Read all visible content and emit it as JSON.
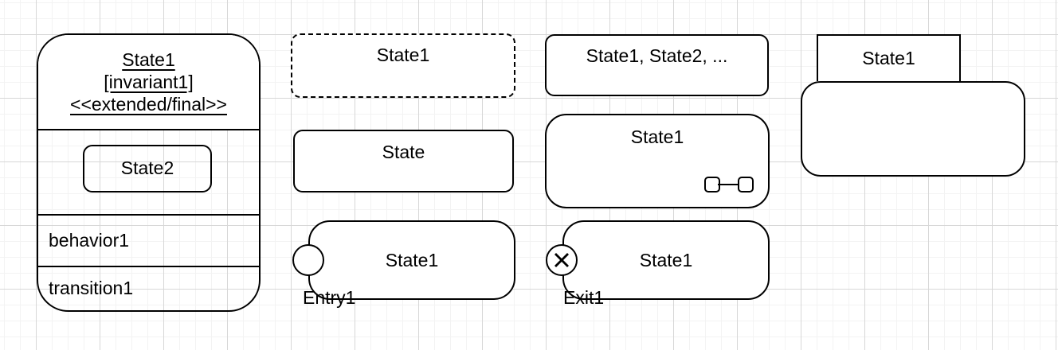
{
  "canvas": {
    "background_color": "#ffffff",
    "grid_minor_color": "#f3f3f3",
    "grid_major_color": "#d7d7d7",
    "stroke_color": "#000000",
    "fill_color": "#ffffff"
  },
  "shapes": {
    "composite_state": {
      "title_line1": "State1",
      "title_line2": "[invariant1]",
      "title_line3": "<<extended/final>>",
      "nested_state_label": "State2",
      "behavior_label": "behavior1",
      "transition_label": "transition1"
    },
    "dashed_state": {
      "label": "State1"
    },
    "simple_state": {
      "label": "State"
    },
    "multi_state": {
      "label": "State1, State2, ..."
    },
    "submachine_state": {
      "label": "State1"
    },
    "entry_state": {
      "label": "State1",
      "annotation": "Entry1"
    },
    "exit_state": {
      "label": "State1",
      "annotation": "Exit1"
    },
    "tabbed_state": {
      "label": "State1"
    }
  },
  "icons": {
    "submachine_link_icon": "two-linked-squares",
    "entry_point_icon": "empty-circle",
    "exit_point_icon": "circle-with-x"
  }
}
